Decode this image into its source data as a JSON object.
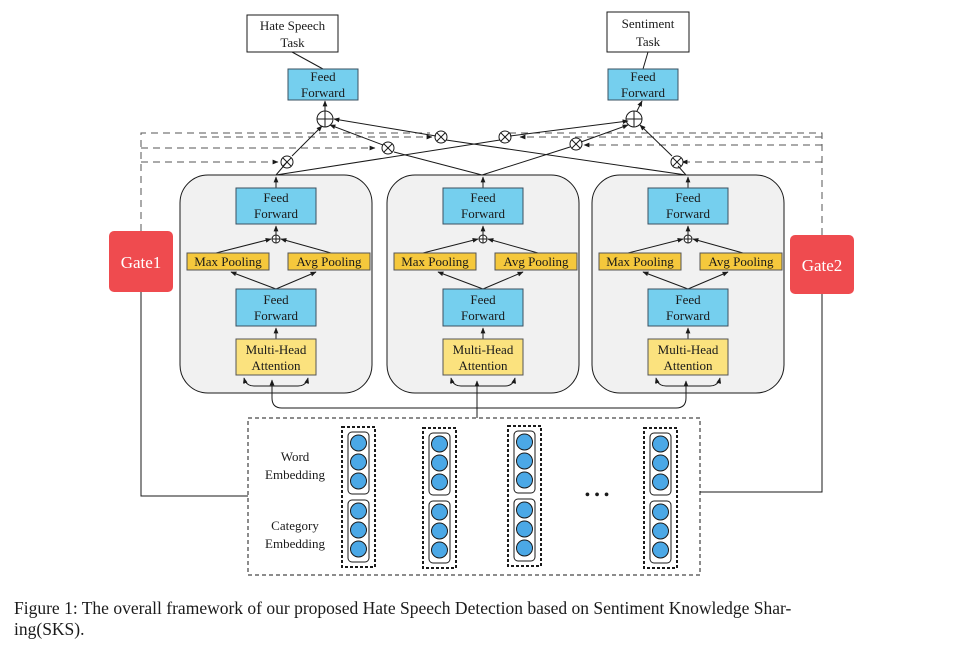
{
  "figure": {
    "tasks": {
      "hate_speech": [
        "Hate Speech",
        "Task"
      ],
      "sentiment": [
        "Sentiment",
        "Task"
      ]
    },
    "feed_forward": [
      "Feed",
      "Forward"
    ],
    "max_pooling": "Max Pooling",
    "avg_pooling": "Avg Pooling",
    "multi_head_attention": [
      "Multi-Head",
      "Attention"
    ],
    "gates": [
      "Gate1",
      "Gate2"
    ],
    "embedding_labels": {
      "word": [
        "Word",
        "Embedding"
      ],
      "category": [
        "Category",
        "Embedding"
      ]
    },
    "ellipsis": "• • •",
    "colors": {
      "feed_forward_fill": "#75CFEE",
      "pooling_fill": "#F5C83C",
      "attention_fill": "#FBE27E",
      "gate_fill": "#EF4B4F",
      "panel_fill": "#F1F1F1",
      "neuron_fill": "#4BA8E6"
    },
    "expert_count": 3,
    "embedding_columns": 4
  },
  "caption": {
    "line1": "Figure 1: The overall framework of our proposed Hate Speech Detection based on Sentiment Knowledge Shar-",
    "line2": "ing(SKS)."
  }
}
